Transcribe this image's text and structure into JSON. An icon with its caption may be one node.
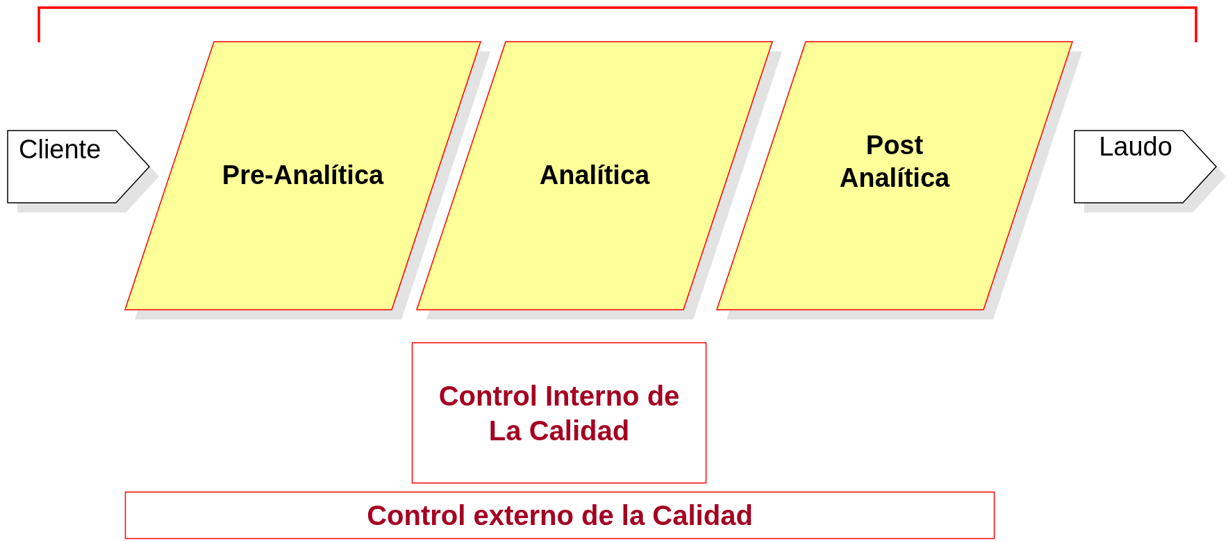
{
  "diagram": {
    "nodes": [
      {
        "text": [
          "Cliente"
        ]
      },
      {
        "text": [
          "Pre-Analítica"
        ]
      },
      {
        "text": [
          "Analítica"
        ]
      },
      {
        "text": [
          "Post Analítica"
        ]
      },
      {
        "text": [
          "Laudo"
        ]
      },
      {
        "text": [
          "Control Interno de La Calidad"
        ]
      },
      {
        "text": [
          "Control externo de la Calidad"
        ]
      }
    ]
  }
}
